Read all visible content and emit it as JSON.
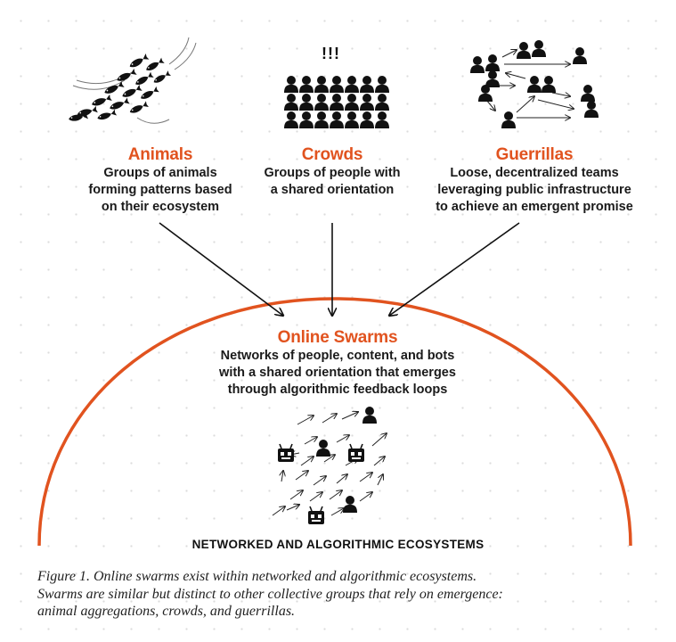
{
  "colors": {
    "accent": "#e1531f",
    "ink": "#111111",
    "grid_dot": "#dcdcdc"
  },
  "groups": [
    {
      "name": "Animals",
      "icon": "fish-school-icon",
      "lines": [
        "Groups of animals",
        "forming patterns based",
        "on their ecosystem"
      ]
    },
    {
      "name": "Crowds",
      "icon": "crowd-icon",
      "bang": "!!!",
      "lines": [
        "Groups of people with",
        "a shared orientation"
      ]
    },
    {
      "name": "Guerrillas",
      "icon": "decentralized-team-icon",
      "lines": [
        "Loose, decentralized teams",
        "leveraging public infrastructure",
        "to achieve an emergent promise"
      ]
    }
  ],
  "swarm": {
    "name": "Online Swarms",
    "icon": "swarm-network-icon",
    "lines": [
      "Networks of people, content, and bots",
      "with a shared orientation that emerges",
      "through algorithmic feedback loops"
    ]
  },
  "ecosystem_label": "NETWORKED AND ALGORITHMIC ECOSYSTEMS",
  "caption": [
    "Figure 1. Online swarms exist within networked and algorithmic ecosystems.",
    "Swarms are similar but distinct to other collective groups that rely on emergence:",
    "animal aggregations, crowds, and guerrillas."
  ]
}
